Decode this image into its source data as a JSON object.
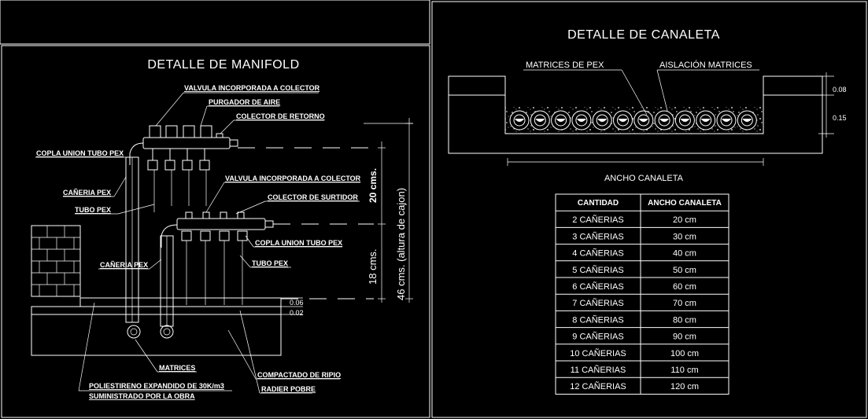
{
  "manifold": {
    "title": "DETALLE DE MANIFOLD",
    "labels": {
      "valvula_retorno": "VALVULA INCORPORADA A COLECTOR",
      "purgador": "PURGADOR DE AIRE",
      "colector_retorno": "COLECTOR DE RETORNO",
      "copla_top": "COPLA UNION TUBO PEX",
      "caneria_pex_top": "CAÑERIA PEX",
      "tubo_pex_left": "TUBO PEX",
      "valvula_surtidor": "VALVULA INCORPORADA A COLECTOR",
      "colector_surtidor": "COLECTOR DE SURTIDOR",
      "copla_bottom": "COPLA UNION TUBO PEX",
      "tubo_pex_right": "TUBO PEX",
      "caneria_pex_mid": "CAÑERIA PEX",
      "matrices": "MATRICES",
      "compactado": "COMPACTADO DE RIPIO",
      "radier": "RADIER POBRE",
      "poliestireno_1": "POLIESTIRENO EXPANDIDO DE 30K/m3",
      "poliestireno_2": "SUMINISTRADO POR LA OBRA"
    },
    "dims": {
      "d006": "0.06",
      "d002": "0.02",
      "d20": "20 cms.",
      "d18": "18 cms.",
      "d46": "46 cms. (altura  de cajon)"
    }
  },
  "canaleta": {
    "title": "DETALLE DE CANALETA",
    "labels": {
      "matrices_pex": "MATRICES DE PEX",
      "aislacion": "AISLACIÓN MATRICES",
      "ancho": "ANCHO CANALETA"
    },
    "dims": {
      "d008": "0.08",
      "d015": "0.15"
    },
    "pipe_count": 12,
    "table": {
      "headers": [
        "CANTIDAD",
        "ANCHO CANALETA"
      ],
      "rows": [
        [
          "2 CAÑERIAS",
          "20 cm"
        ],
        [
          "3 CAÑERIAS",
          "30 cm"
        ],
        [
          "4 CAÑERIAS",
          "40 cm"
        ],
        [
          "5 CAÑERIAS",
          "50 cm"
        ],
        [
          "6 CAÑERIAS",
          "60 cm"
        ],
        [
          "7 CAÑERIAS",
          "70 cm"
        ],
        [
          "8 CAÑERIAS",
          "80 cm"
        ],
        [
          "9 CAÑERIAS",
          "90 cm"
        ],
        [
          "10 CAÑERIAS",
          "100 cm"
        ],
        [
          "11 CAÑERIAS",
          "110 cm"
        ],
        [
          "12 CAÑERIAS",
          "120 cm"
        ]
      ]
    }
  },
  "colors": {
    "background": "#000000",
    "line": "#ffffff"
  }
}
